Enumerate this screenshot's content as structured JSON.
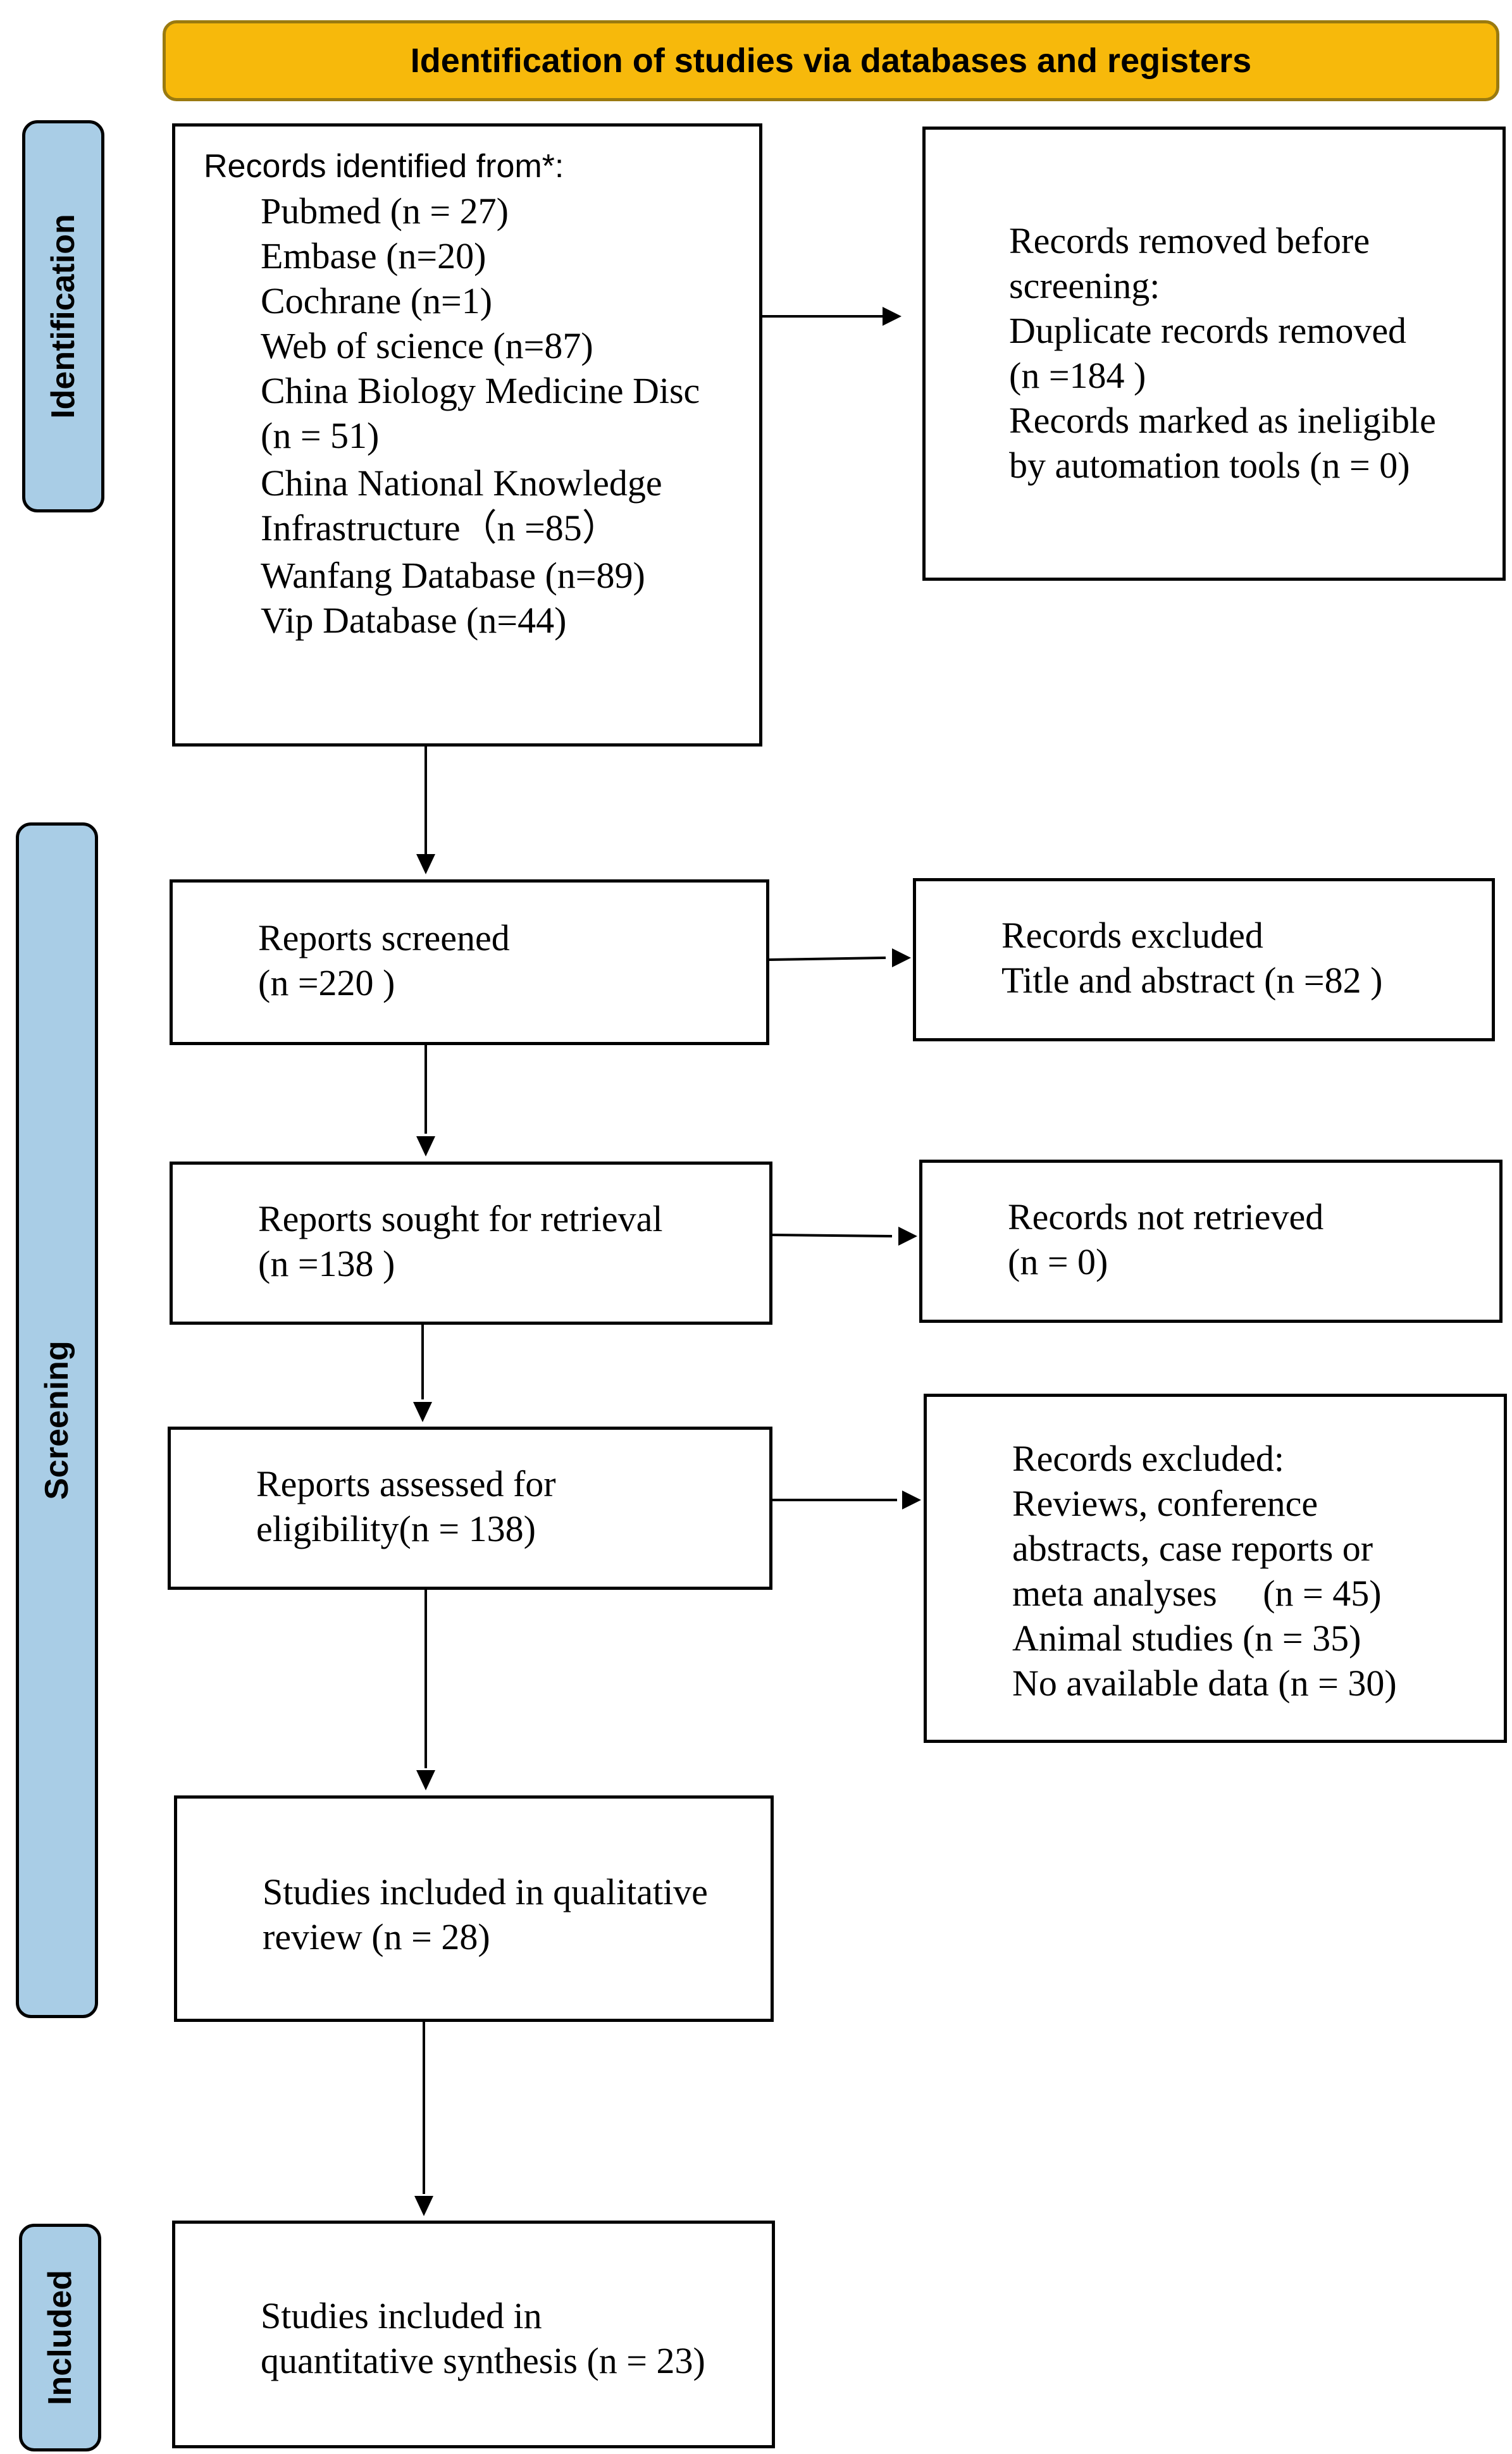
{
  "header": {
    "title": "Identification of studies via databases and registers"
  },
  "phases": {
    "identification": "Identification",
    "screening": "Screening",
    "included": "Included"
  },
  "identified": {
    "heading": "Records identified from*:",
    "lines": [
      "Pubmed (n = 27)",
      "Embase (n=20)",
      "Cochrane (n=1)",
      "Web of science (n=87)",
      "China Biology Medicine Disc",
      "(n = 51)",
      "China National Knowledge",
      "Infrastructure（n =85）",
      "Wanfang Database (n=89)",
      "Vip Database (n=44)"
    ]
  },
  "removed": {
    "lines": [
      "Records removed before",
      "screening:",
      "Duplicate records removed",
      "(n =184 )",
      "Records marked as ineligible",
      "by automation tools (n = 0)"
    ]
  },
  "screened": {
    "lines": [
      "Reports screened",
      "(n =220 )"
    ]
  },
  "excluded_title": {
    "lines": [
      "Records excluded",
      "Title and abstract (n =82 )"
    ]
  },
  "retrieval": {
    "lines": [
      "Reports sought for retrieval",
      "(n =138 )"
    ]
  },
  "not_retrieved": {
    "lines": [
      "Records not retrieved",
      "(n = 0)"
    ]
  },
  "eligibility": {
    "lines": [
      "Reports assessed for",
      "eligibility(n = 138)"
    ]
  },
  "excluded_full": {
    "lines": [
      "Records excluded:",
      "Reviews, conference",
      "abstracts, case reports or",
      "meta analyses     (n = 45)",
      "Animal studies (n = 35)",
      "No available data (n = 30)"
    ]
  },
  "qualitative": {
    "lines": [
      "Studies included in qualitative",
      "review (n = 28)"
    ]
  },
  "quantitative": {
    "lines": [
      "Studies included in",
      "quantitative synthesis (n = 23)"
    ]
  }
}
